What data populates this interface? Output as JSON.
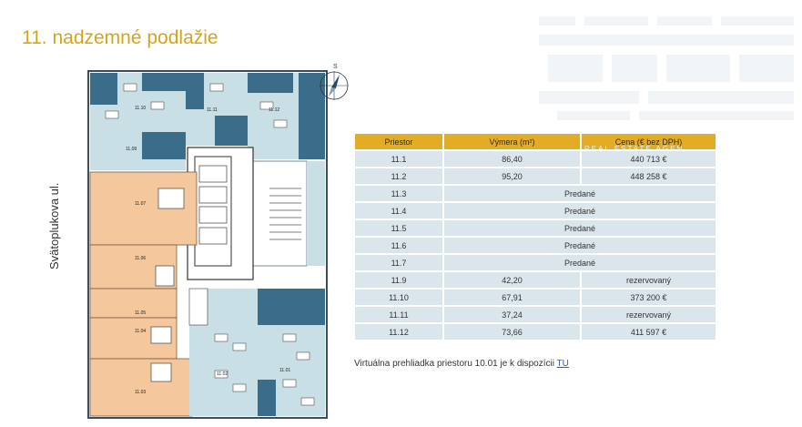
{
  "page": {
    "title": "11. nadzemné podlažie",
    "street": "Svätoplukova ul.",
    "compass_letter": "S"
  },
  "plan": {
    "units": {
      "u1110": "11.10",
      "u1111": "11.11",
      "u1112": "11.12",
      "u1109": "11.09",
      "u1107": "11.07",
      "u1106": "11.06",
      "u1105": "11.05",
      "u1104": "11.04",
      "u1103": "11.03",
      "u1102": "11.02",
      "u1101": "11.01"
    },
    "colors": {
      "available": "#f5c79c",
      "reserved_teal": "#c8dfe6",
      "sold_dark": "#3a6d8a",
      "core": "#ffffff"
    }
  },
  "table": {
    "headers": {
      "unit": "Priestor",
      "area": "Výmera (m²)",
      "price": "Cena (€ bez DPH)"
    },
    "rows": [
      {
        "unit": "11.1",
        "area": "86,40",
        "price": "440 713 €"
      },
      {
        "unit": "11.2",
        "area": "95,20",
        "price": "448 258 €"
      },
      {
        "unit": "11.3",
        "merged": "Predané"
      },
      {
        "unit": "11.4",
        "merged": "Predané"
      },
      {
        "unit": "11.5",
        "merged": "Predané"
      },
      {
        "unit": "11.6",
        "merged": "Predané"
      },
      {
        "unit": "11.7",
        "merged": "Predané"
      },
      {
        "unit": "11.9",
        "area": "42,20",
        "price": "rezervovaný"
      },
      {
        "unit": "11.10",
        "area": "67,91",
        "price": "373 200 €"
      },
      {
        "unit": "11.11",
        "area": "37,24",
        "price": "rezervovaný"
      },
      {
        "unit": "11.12",
        "area": "73,66",
        "price": "411 597 €"
      }
    ],
    "overlay_text": "REAL ESTATE AGEN"
  },
  "footnote": {
    "text": "Virtuálna prehliadka priestoru 10.01  je k dispozícii ",
    "link": "TU"
  }
}
